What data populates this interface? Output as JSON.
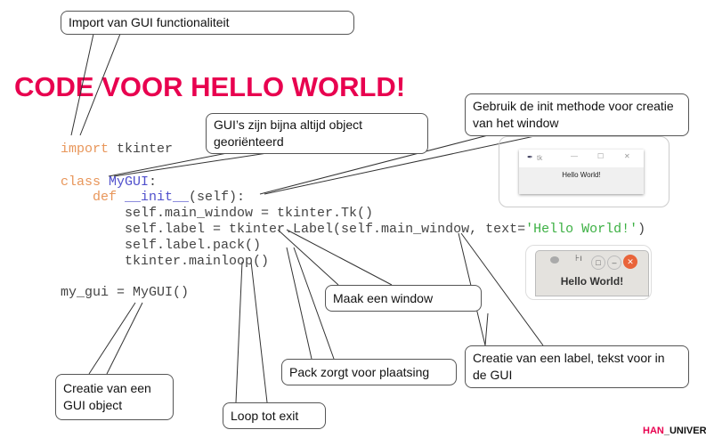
{
  "title": "CODE VOOR HELLO WORLD!",
  "callouts": {
    "import": "Import van GUI functionaliteit",
    "oop": "GUI’s zijn bijna altijd object georiënteerd",
    "init": "Gebruik de init methode voor creatie van het window",
    "window": "Maak een window",
    "label": "Creatie van een label, tekst voor in de GUI",
    "pack": "Pack zorgt voor plaatsing",
    "object": "Creatie van een GUI object",
    "loop": "Loop tot exit"
  },
  "code": {
    "l1_kw": "import",
    "l1_rest": " tkinter",
    "l2_kw": "class",
    "l2_name": " MyGUI",
    "l2_rest": ":",
    "l3_kw": "    def",
    "l3_name": " __init__",
    "l3_rest": "(self):",
    "l4": "        self.main_window = tkinter.Tk()",
    "l5_a": "        self.label = tkinter.Label(self.main_window, text=",
    "l5_str": "'Hello World!'",
    "l5_b": ")",
    "l6": "        self.label.pack()",
    "l7": "        tkinter.mainloop()",
    "l8": "my_gui = MyGUI()"
  },
  "window_windows": {
    "title": "tk",
    "label": "Hello World!"
  },
  "window_linux": {
    "label": "Hello World!"
  },
  "logo": "HAN_UNIVERSIT"
}
